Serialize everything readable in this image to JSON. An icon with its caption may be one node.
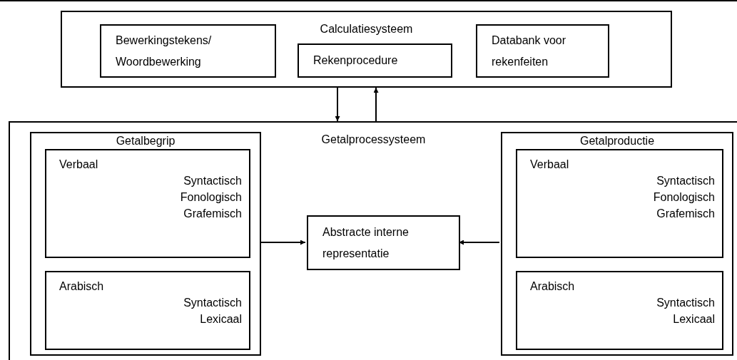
{
  "diagram": {
    "nodes": [
      {
        "text": [
          "Calculatiesysteem"
        ]
      },
      {
        "text": [
          "Bewerkingstekens/ Woordbewerking"
        ],
        "in": 0
      },
      {
        "text": [
          "Rekenprocedure"
        ],
        "in": 0
      },
      {
        "text": [
          "Databank voor rekenfeiten"
        ],
        "in": 0
      },
      {
        "text": [
          "Getalprocessysteem"
        ]
      },
      {
        "text": [
          "Getalbegrip"
        ],
        "in": 4
      },
      {
        "text": [
          "Verbaal",
          "Syntactisch",
          "Fonologisch",
          "Grafemisch"
        ],
        "in": 5
      },
      {
        "text": [
          "Arabisch",
          "Syntactisch",
          "Lexicaal"
        ],
        "in": 5
      },
      {
        "text": [
          "Abstracte interne representatie"
        ],
        "in": 4
      },
      {
        "text": [
          "Getalproductie"
        ],
        "in": 4
      },
      {
        "text": [
          "Verbaal",
          "Syntactisch",
          "Fonologisch",
          "Grafemisch"
        ],
        "in": 9
      },
      {
        "text": [
          "Arabisch",
          "Syntactisch",
          "Lexicaal"
        ],
        "in": 9
      }
    ],
    "edges": [
      {
        "from": 0,
        "to": 4,
        "arrow": "to"
      },
      {
        "from": 4,
        "to": 0,
        "arrow": "to"
      },
      {
        "from": 5,
        "to": 8,
        "arrow": "to"
      },
      {
        "from": 9,
        "to": 8,
        "arrow": "to"
      }
    ]
  }
}
